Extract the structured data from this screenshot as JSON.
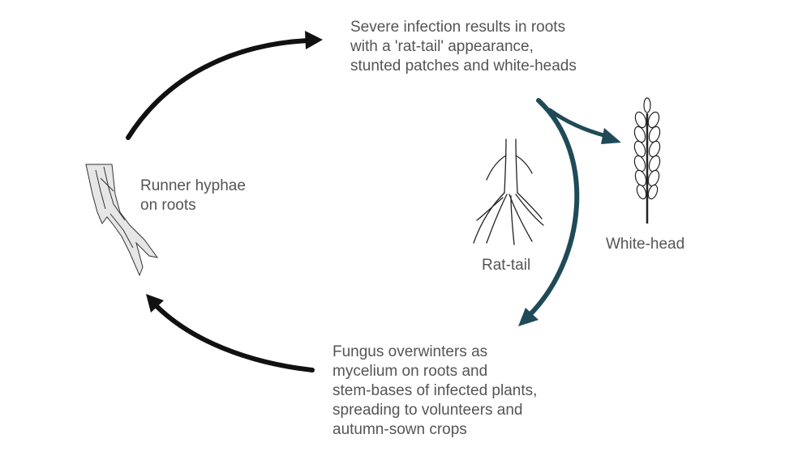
{
  "stages": {
    "severe_infection": [
      "Severe infection results in roots",
      "with a 'rat-tail' appearance,",
      "stunted patches and white-heads"
    ],
    "runner_hyphae": [
      "Runner hyphae",
      "on roots"
    ],
    "overwinter": [
      "Fungus overwinters as",
      "mycelium on roots and",
      "stem-bases of infected plants,",
      "spreading to volunteers and",
      "autumn-sown crops"
    ]
  },
  "illustrations": {
    "rat_tail_label": "Rat-tail",
    "white_head_label": "White-head"
  },
  "colors": {
    "main_arrow": "#111111",
    "teal_arrow": "#1f4a57",
    "text": "#555555"
  }
}
